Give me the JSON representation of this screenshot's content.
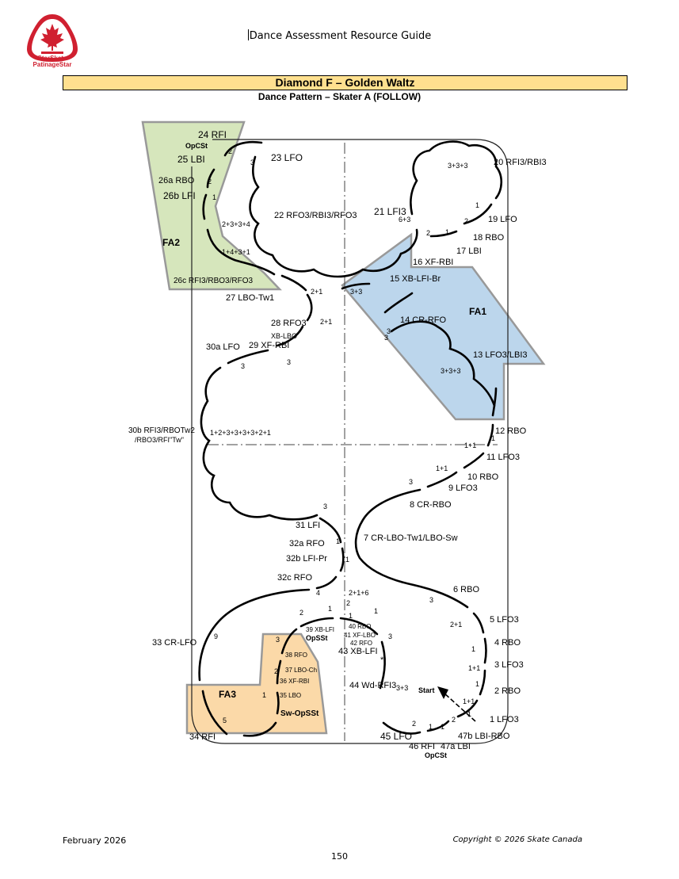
{
  "logo": {
    "line1": "StarSkate",
    "line2": "PatinageStar",
    "brand_color": "#d02030"
  },
  "header": {
    "title": "Dance Assessment Resource Guide"
  },
  "banner": {
    "title": "Diamond F – Golden Waltz",
    "color": "#ffe08f"
  },
  "subtitle": "Dance Pattern – Skater A (FOLLOW)",
  "areas": {
    "fa1": {
      "label": "FA1",
      "color": "#bcd6ec"
    },
    "fa2": {
      "label": "FA2",
      "color": "#d6e6bc"
    },
    "fa3": {
      "label": "FA3",
      "color": "#fbd9a8"
    }
  },
  "labels": {
    "l24": "24 RFI",
    "opcst_top": "OpCSt",
    "l25": "25 LBI",
    "l26a": "26a RBO",
    "l26b": "26b LFI",
    "l23": "23 LFO",
    "l22": "22 RFO3/RBI3/RFO3",
    "l21": "21 LFI3",
    "l20": "20 RFI3/RBI3",
    "l19": "19 LFO",
    "l18": "18 RBO",
    "l17": "17 LBI",
    "l16": "16 XF-RBI",
    "l15": "15 XB-LFI-Br",
    "l14": "14 CR-RFO",
    "l13": "13 LFO3/LBI3",
    "l12": "12 RBO",
    "l11": "11 LFO3",
    "l10": "10 RBO",
    "l9": "9 LFO3",
    "l8": "8 CR-RBO",
    "l7": "7 CR-LBO-Tw1/LBO-Sw",
    "l6": "6 RBO",
    "l5": "5 LFO3",
    "l4": "4 RBO",
    "l3": "3 LFO3",
    "l2": "2 RBO",
    "l1": "1 LFO3",
    "l47b": "47b LBI-RBO",
    "l47a": "47a LBI",
    "l46": "46 RFI",
    "opcst_bottom": "OpCSt",
    "l45": "45 LFO",
    "l44": "44 Wd-RFI3",
    "l43": "43 XB-LFI",
    "l42": "42 RFO",
    "l41": "41 XF-LBO",
    "l40": "40 RBO",
    "l39": "39 XB-LFI",
    "opsst": "OpSSt",
    "l38": "38 RFO",
    "l37": "37 LBO-Ch",
    "l36": "36 XF-RBI",
    "l35": "35 LBO",
    "sw_opsst": "Sw-OpSSt",
    "l34": "34 RFI",
    "l33": "33 CR-LFO",
    "l32c": "32c RFO",
    "l32b": "32b LFI-Pr",
    "l32a": "32a RFO",
    "l31": "31 LFI",
    "l30b_1": "30b RFI3/RBOTw2",
    "l30b_2": "/RBO3/RFI\"Tw\"",
    "l30a": "30a LFO",
    "l29": "29 XF-RBI",
    "l28": "28 RFO3",
    "xb_lbo": "XB-LBO",
    "l27": "27 LBO-Tw1",
    "l26c": "26c RFI3/RBO3/RFO3",
    "start": "Start"
  },
  "counts": {
    "c_3p3p3_top": "3+3+3",
    "c_6p3": "6+3",
    "c_2p3p3p4": "2+3+3+4",
    "c_1p4p3p1": "1+4+3+1",
    "c_2p1_a": "2+1",
    "c_2p1_b": "2+1",
    "c_3p3_a": "3+3",
    "c_3p3p3_fa1": "3+3+3",
    "c_long": "1+2+3+3+3+3+2+1",
    "c_1p1_a": "1+1",
    "c_1p1_b": "1+1",
    "c_2p1p6": "2+1+6",
    "c_2p1_c": "2+1",
    "c_1p1_c": "1+1",
    "c_1p1_d": "1+1",
    "c_3p3_b": "3+3",
    "n2_a": "2",
    "n3_a": "3",
    "n2_b": "2",
    "n1_a": "1",
    "n1_b": "1",
    "n2_c": "2",
    "n1_c": "1",
    "n3_b": "3",
    "n3_c": "3",
    "n3_d": "3",
    "n3_e": "3",
    "n1_d": "1",
    "n1_e": "1",
    "n4": "4",
    "n3_f": "3",
    "n9": "9",
    "n5": "5",
    "n2_d": "2",
    "n1_f": "1",
    "n1_g": "1",
    "n3_g": "3",
    "n2_e": "2",
    "n1_h": "1",
    "n3_h": "3",
    "n3_i": "3",
    "n1_i": "1",
    "n1_j": "1",
    "n1_k": "1",
    "n2_f": "2",
    "n1_l": "1",
    "n1_m": "1",
    "n2_g": "2",
    "n2_h": "2",
    "n1_n": "1",
    "n1_o": "1",
    "n2_i": "2",
    "n3_j": "3",
    "star": "*"
  },
  "footer": {
    "date": "February 2026",
    "copyright": "Copyright © 2026 Skate Canada",
    "page_number": "150"
  }
}
